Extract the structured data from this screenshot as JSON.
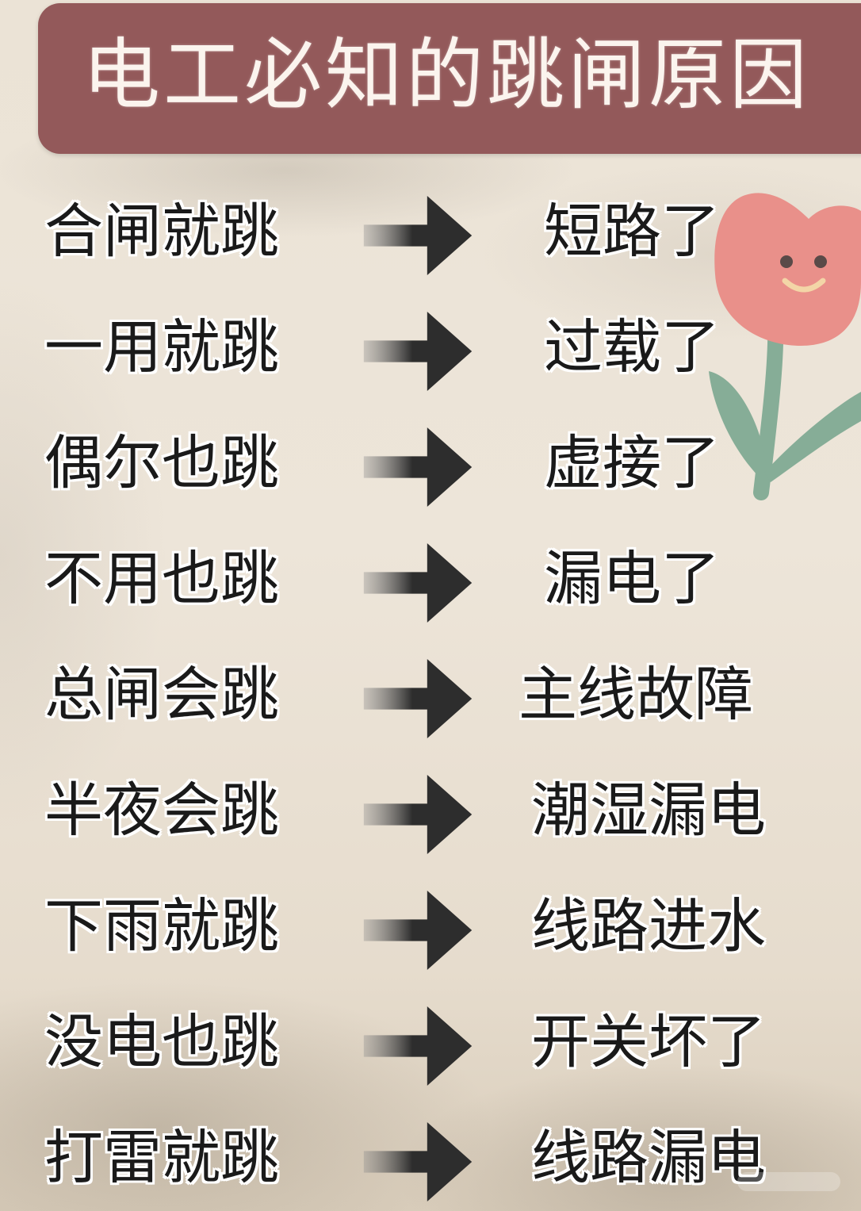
{
  "title": "电工必知的跳闸原因",
  "rows": [
    {
      "symptom": "合闸就跳",
      "cause": "短路了"
    },
    {
      "symptom": "一用就跳",
      "cause": "过载了"
    },
    {
      "symptom": "偶尔也跳",
      "cause": "虚接了"
    },
    {
      "symptom": "不用也跳",
      "cause": "漏电了"
    },
    {
      "symptom": "总闸会跳",
      "cause": "主线故障"
    },
    {
      "symptom": "半夜会跳",
      "cause": "潮湿漏电"
    },
    {
      "symptom": "下雨就跳",
      "cause": "线路进水"
    },
    {
      "symptom": "没电也跳",
      "cause": "开关坏了"
    },
    {
      "symptom": "打雷就跳",
      "cause": "线路漏电"
    }
  ],
  "icons": {
    "arrow": "right-arrow-icon",
    "decoration": "tulip-flower-icon"
  },
  "colors": {
    "banner": "#93595a",
    "banner_text": "#fbf4ee",
    "text": "#1a1a1a",
    "flower_petal": "#e9908a",
    "flower_stem": "#86ad97"
  }
}
